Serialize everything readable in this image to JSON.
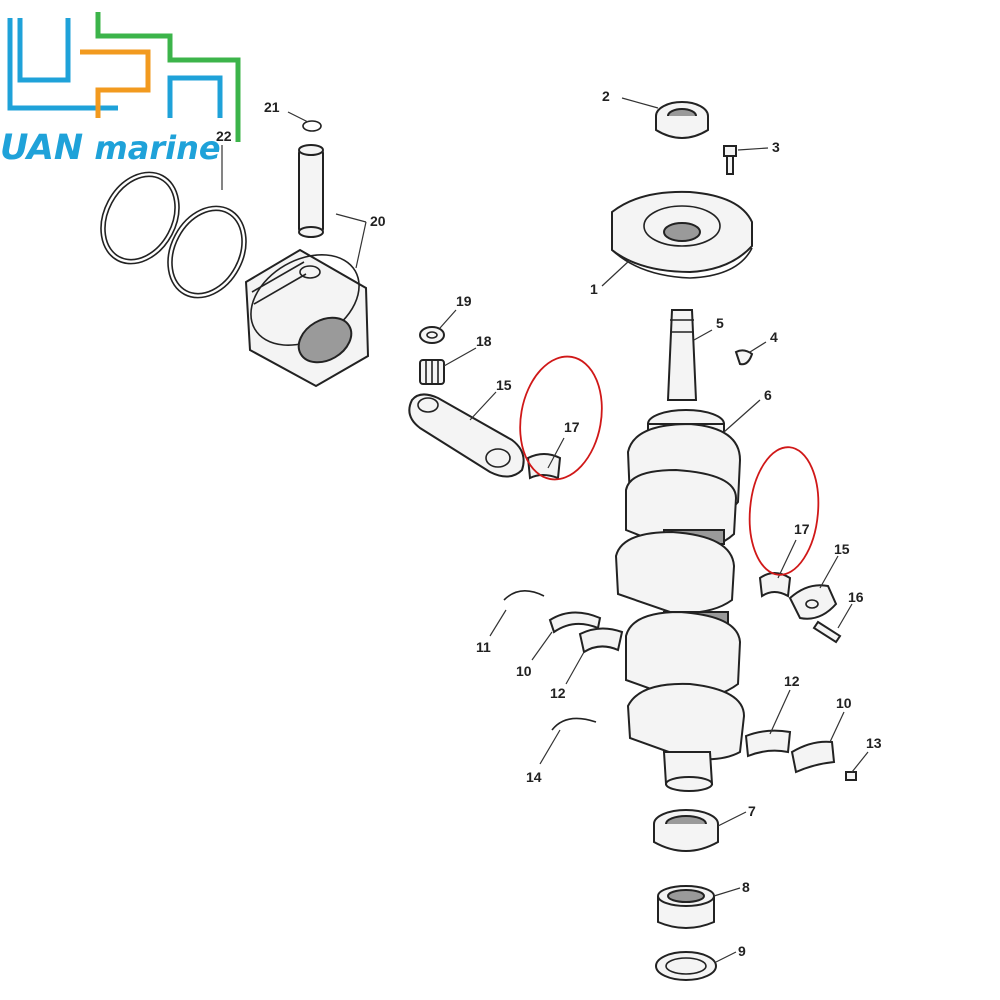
{
  "logo": {
    "brand_prefix": "UAN",
    "brand_suffix": " marine",
    "colors": {
      "blue": "#1fa2d9",
      "orange": "#f29a1f",
      "green": "#3cb44a",
      "text": "#1fa2d9"
    }
  },
  "diagram": {
    "highlight_color": "#d01818",
    "callouts": [
      {
        "id": "c21",
        "label": "21"
      },
      {
        "id": "c22",
        "label": "22"
      },
      {
        "id": "c20",
        "label": "20"
      },
      {
        "id": "c2",
        "label": "2"
      },
      {
        "id": "c3",
        "label": "3"
      },
      {
        "id": "c1",
        "label": "1"
      },
      {
        "id": "c19",
        "label": "19"
      },
      {
        "id": "c18",
        "label": "18"
      },
      {
        "id": "c15a",
        "label": "15"
      },
      {
        "id": "c17a",
        "label": "17"
      },
      {
        "id": "c5",
        "label": "5"
      },
      {
        "id": "c4",
        "label": "4"
      },
      {
        "id": "c6",
        "label": "6"
      },
      {
        "id": "c17b",
        "label": "17"
      },
      {
        "id": "c15b",
        "label": "15"
      },
      {
        "id": "c16",
        "label": "16"
      },
      {
        "id": "c11",
        "label": "11"
      },
      {
        "id": "c10a",
        "label": "10"
      },
      {
        "id": "c12a",
        "label": "12"
      },
      {
        "id": "c12b",
        "label": "12"
      },
      {
        "id": "c10b",
        "label": "10"
      },
      {
        "id": "c13",
        "label": "13"
      },
      {
        "id": "c14",
        "label": "14"
      },
      {
        "id": "c7",
        "label": "7"
      },
      {
        "id": "c8",
        "label": "8"
      },
      {
        "id": "c9",
        "label": "9"
      }
    ]
  }
}
